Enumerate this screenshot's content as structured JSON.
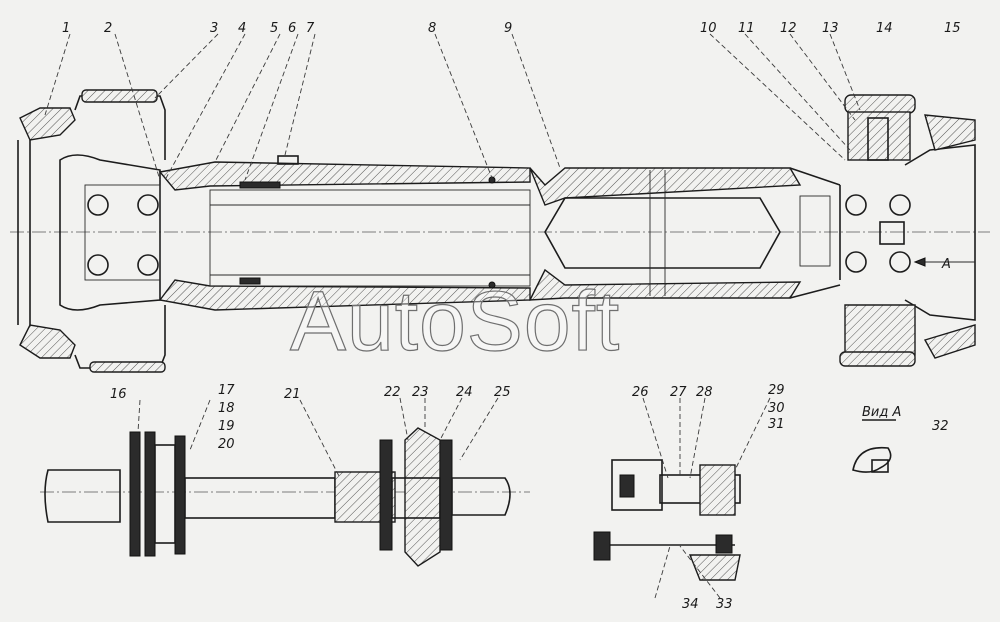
{
  "callouts": [
    "1",
    "2",
    "3",
    "4",
    "5",
    "6",
    "7",
    "8",
    "9",
    "10",
    "11",
    "12",
    "13",
    "14",
    "15",
    "16",
    "17",
    "18",
    "19",
    "20",
    "21",
    "22",
    "23",
    "24",
    "25",
    "26",
    "27",
    "28",
    "29",
    "30",
    "31",
    "32",
    "33",
    "34"
  ],
  "view_label": "Вид А",
  "section_marker": "А",
  "watermark": "AutoSoft"
}
